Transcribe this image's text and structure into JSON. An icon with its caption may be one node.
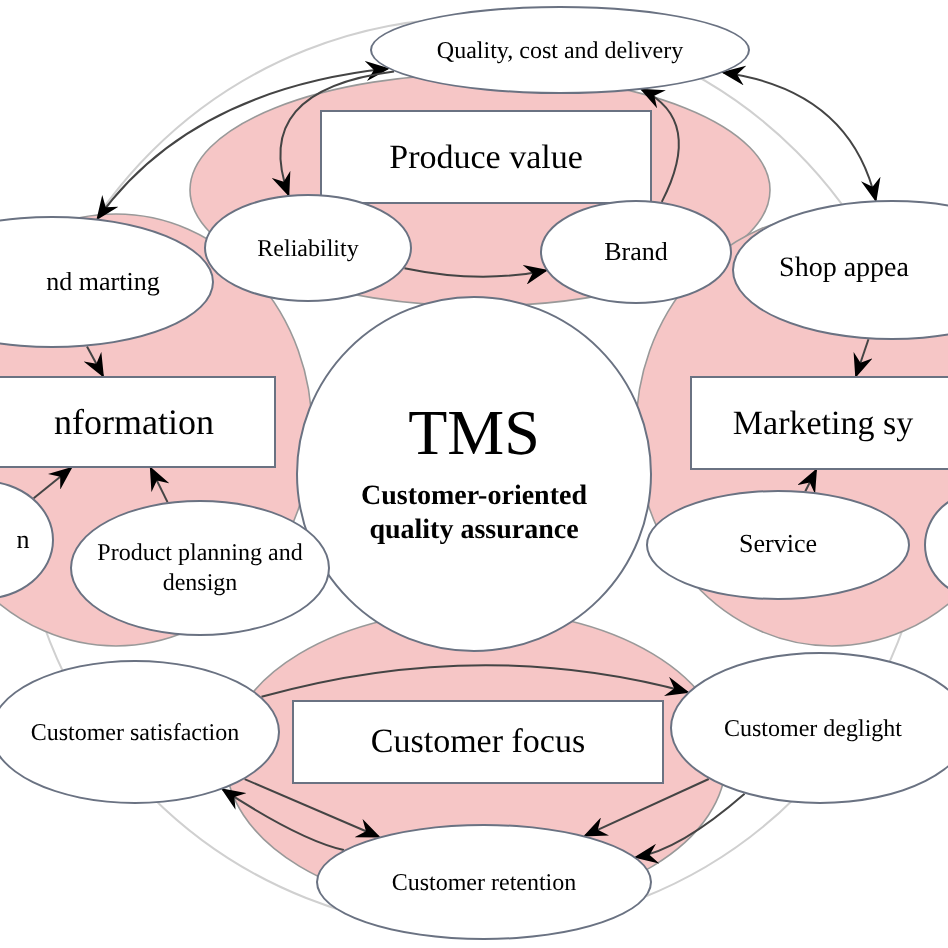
{
  "diagram": {
    "nodes": [
      {
        "text": [
          "Quality, cost and delivery"
        ]
      },
      {
        "text": [
          "Produce value"
        ]
      },
      {
        "text": [
          "Reliability"
        ]
      },
      {
        "text": [
          "Brand"
        ]
      },
      {
        "text": [
          "nd marting"
        ]
      },
      {
        "text": [
          "nformation"
        ]
      },
      {
        "text": [
          "TMS",
          "Customer-oriented quality assurance"
        ]
      },
      {
        "text": [
          "Shop appea"
        ]
      },
      {
        "text": [
          "Marketing sy"
        ]
      },
      {
        "text": [
          "n"
        ]
      },
      {
        "text": [
          "Product planning and densign"
        ]
      },
      {
        "text": [
          "Service"
        ]
      },
      {
        "text": [],
        "shape": "ellipse"
      },
      {
        "text": [
          "Customer satisfaction"
        ]
      },
      {
        "text": [
          "Customer focus"
        ]
      },
      {
        "text": [
          "Customer deglight"
        ]
      },
      {
        "text": [
          "Customer retention"
        ]
      }
    ],
    "edges": [
      {
        "from": 0,
        "to": 4,
        "arrow": "both"
      },
      {
        "from": 0,
        "to": 7,
        "arrow": "both"
      },
      {
        "from": 0,
        "to": 2,
        "arrow": "to"
      },
      {
        "from": 3,
        "to": 0,
        "arrow": "to"
      },
      {
        "from": 2,
        "to": 3,
        "arrow": "to"
      },
      {
        "from": 4,
        "to": 5,
        "arrow": "to"
      },
      {
        "from": 7,
        "to": 8,
        "arrow": "to"
      },
      {
        "from": 9,
        "to": 5,
        "arrow": "to"
      },
      {
        "from": 10,
        "to": 5,
        "arrow": "to"
      },
      {
        "from": 11,
        "to": 8,
        "arrow": "to"
      },
      {
        "from": 13,
        "to": 16,
        "arrow": "to"
      },
      {
        "from": 16,
        "to": 13,
        "arrow": "to"
      },
      {
        "from": 13,
        "to": 15,
        "arrow": "to"
      },
      {
        "from": 15,
        "to": 16,
        "arrow": "to"
      },
      {
        "from": 15,
        "to": 16,
        "arrow": "to"
      }
    ]
  }
}
